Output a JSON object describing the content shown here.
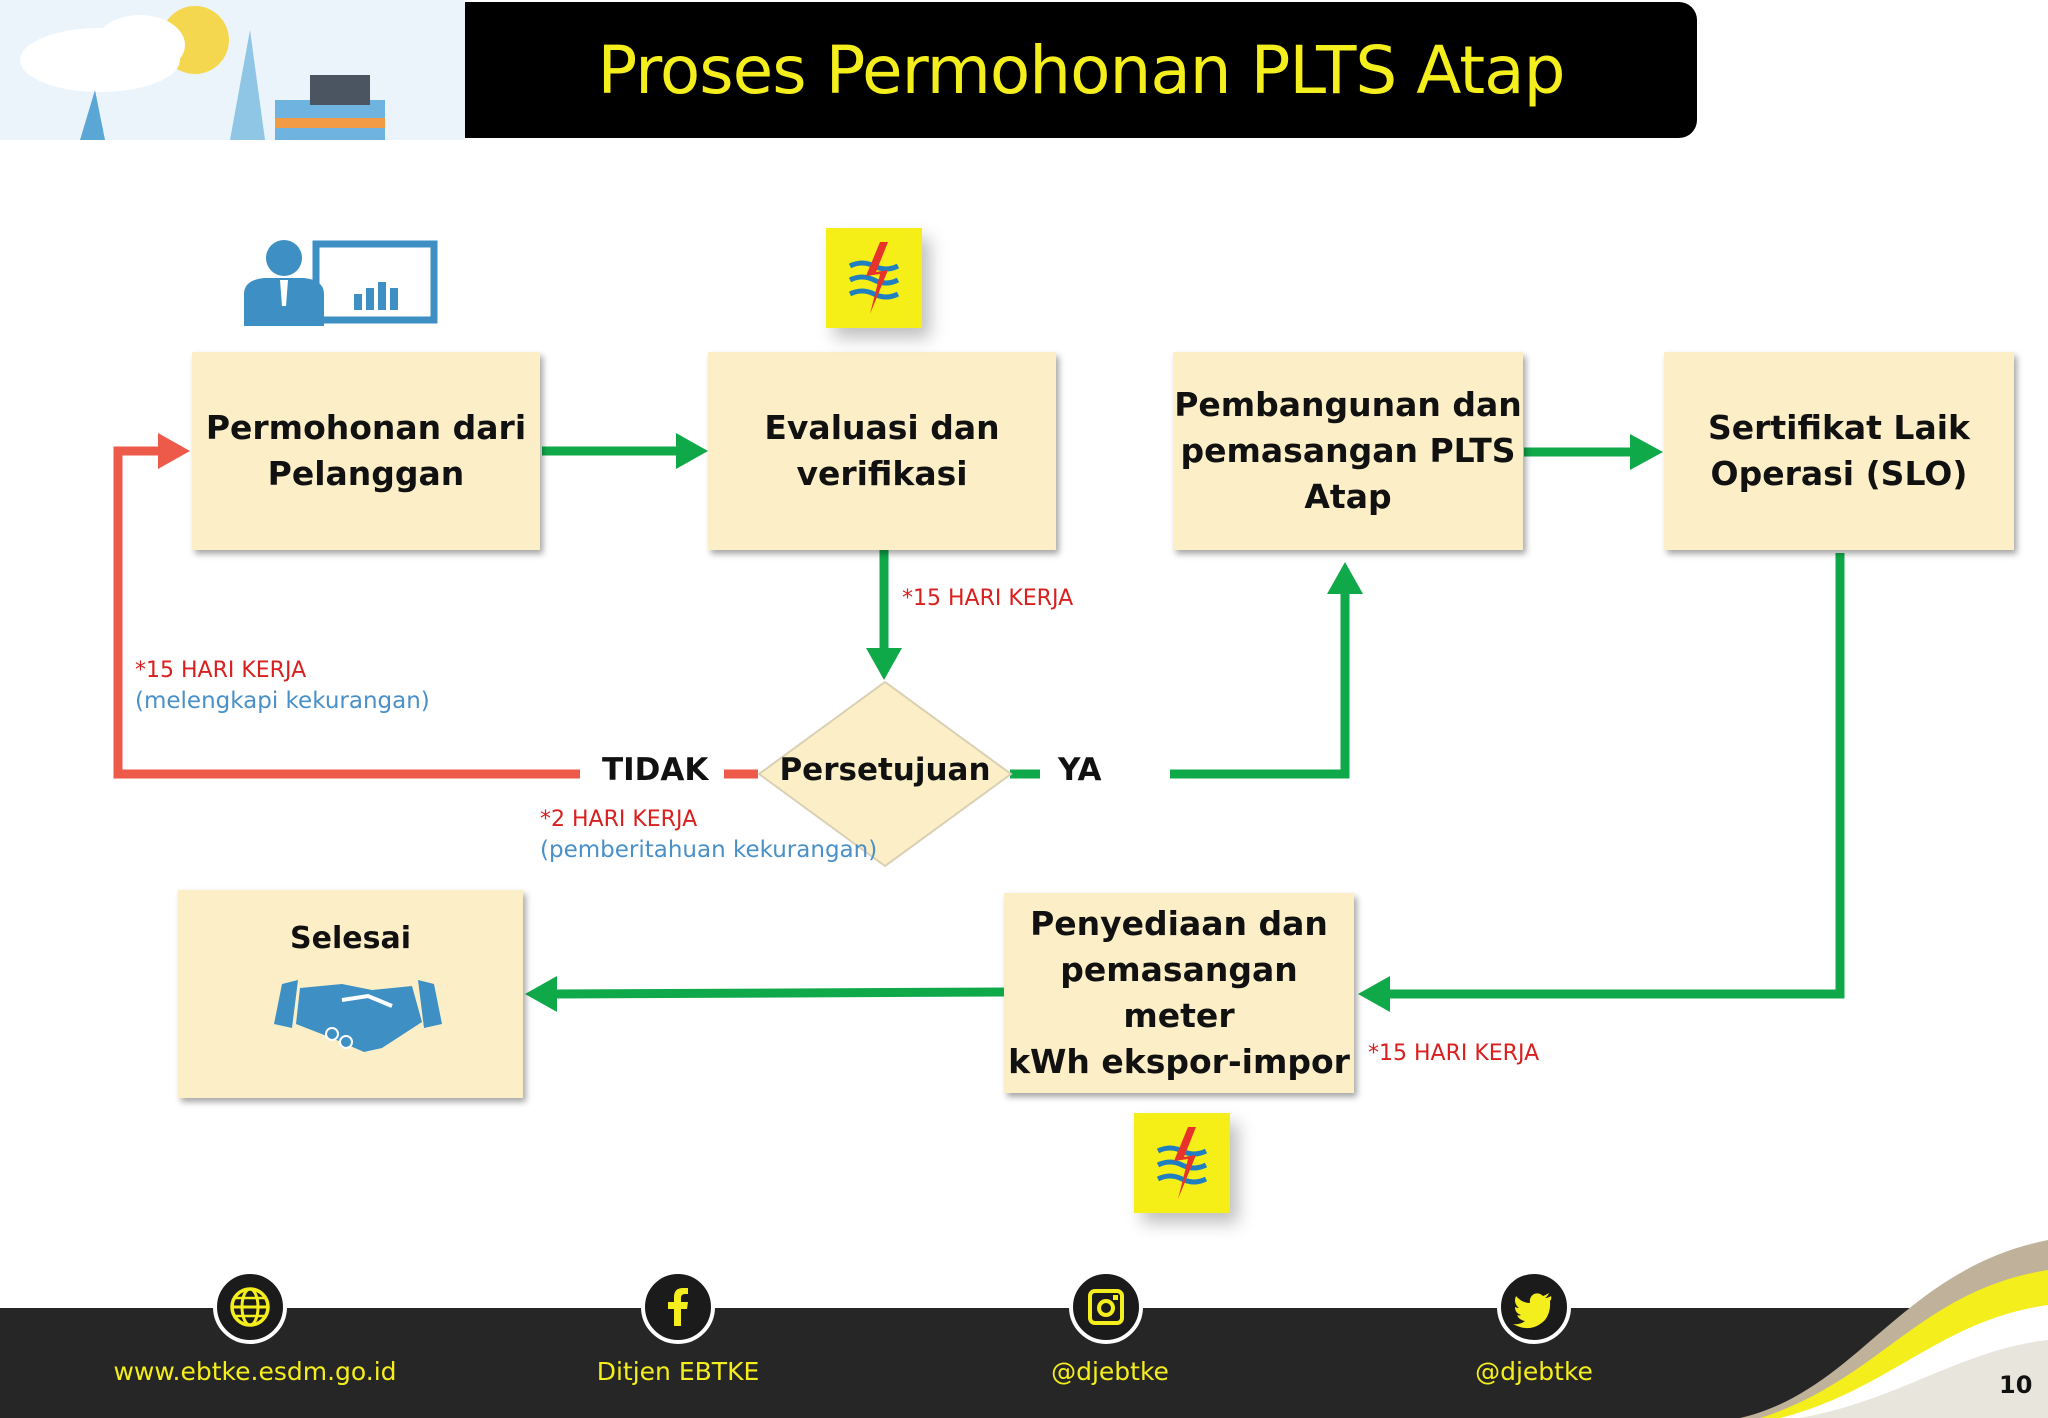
{
  "title": "Proses Permohonan PLTS Atap",
  "boxes": {
    "permohonan": "Permohonan dari\nPelanggan",
    "evaluasi": "Evaluasi dan\nverifikasi",
    "pembangunan": "Pembangunan dan\npemasangan PLTS\nAtap",
    "slo": "Sertifikat Laik\nOperasi (SLO)",
    "penyediaan": "Penyediaan dan\npemasangan meter\nkWh ekspor-impor",
    "selesai": "Selesai"
  },
  "decision": {
    "label": "Persetujuan",
    "no": "TIDAK",
    "yes": "YA"
  },
  "notes": {
    "eval_days": "*15 HARI KERJA",
    "return_days": "*15 HARI KERJA",
    "return_desc": "(melengkapi kekurangan)",
    "notify_days": "*2 HARI KERJA",
    "notify_desc": "(pemberitahuan kekurangan)",
    "meter_days": "*15 HARI KERJA"
  },
  "footer": {
    "website": "www.ebtke.esdm.go.id",
    "facebook": "Ditjen EBTKE",
    "instagram": "@djebtke",
    "twitter": "@djebtke",
    "page": "10"
  },
  "colors": {
    "green_arrow": "#10a94a",
    "red_arrow": "#ee5a4a",
    "box_fill": "#fcefc8",
    "title_text": "#f4ee1c",
    "icon_blue": "#3d8fc4"
  },
  "icons": [
    "presenter-icon",
    "pln-logo-icon",
    "handshake-icon",
    "globe-icon",
    "facebook-icon",
    "instagram-icon",
    "twitter-icon"
  ]
}
